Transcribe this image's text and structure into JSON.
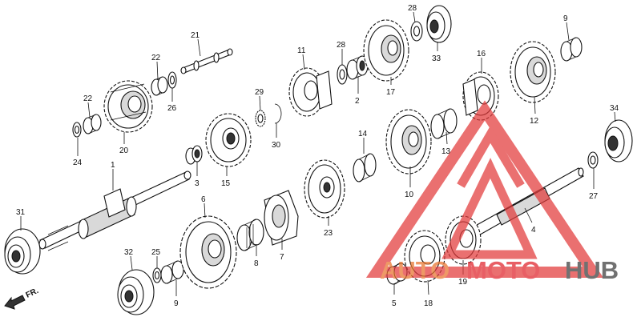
{
  "diagram": {
    "direction_label": "FR.",
    "callouts": [
      {
        "id": "c1",
        "text": "1"
      },
      {
        "id": "c2",
        "text": "2"
      },
      {
        "id": "c3",
        "text": "3"
      },
      {
        "id": "c4",
        "text": "4"
      },
      {
        "id": "c5",
        "text": "5"
      },
      {
        "id": "c6",
        "text": "6"
      },
      {
        "id": "c7",
        "text": "7"
      },
      {
        "id": "c8",
        "text": "8"
      },
      {
        "id": "c9a",
        "text": "9"
      },
      {
        "id": "c9b",
        "text": "9"
      },
      {
        "id": "c10",
        "text": "10"
      },
      {
        "id": "c11",
        "text": "11"
      },
      {
        "id": "c12",
        "text": "12"
      },
      {
        "id": "c13",
        "text": "13"
      },
      {
        "id": "c14",
        "text": "14"
      },
      {
        "id": "c15",
        "text": "15"
      },
      {
        "id": "c16",
        "text": "16"
      },
      {
        "id": "c17",
        "text": "17"
      },
      {
        "id": "c18",
        "text": "18"
      },
      {
        "id": "c19",
        "text": "19"
      },
      {
        "id": "c20",
        "text": "20"
      },
      {
        "id": "c21",
        "text": "21"
      },
      {
        "id": "c22a",
        "text": "22"
      },
      {
        "id": "c22b",
        "text": "22"
      },
      {
        "id": "c23",
        "text": "23"
      },
      {
        "id": "c24",
        "text": "24"
      },
      {
        "id": "c25",
        "text": "25"
      },
      {
        "id": "c26",
        "text": "26"
      },
      {
        "id": "c27",
        "text": "27"
      },
      {
        "id": "c28a",
        "text": "28"
      },
      {
        "id": "c28b",
        "text": "28"
      },
      {
        "id": "c29",
        "text": "29"
      },
      {
        "id": "c30",
        "text": "30"
      },
      {
        "id": "c31",
        "text": "31"
      },
      {
        "id": "c32",
        "text": "32"
      },
      {
        "id": "c33",
        "text": "33"
      },
      {
        "id": "c34",
        "text": "34"
      }
    ]
  },
  "watermark": {
    "part1": "AUTO",
    "part2": "MOTO",
    "part3": "HUB",
    "color_part1": "#e8732c",
    "color_part2": "#e0222a",
    "color_part3": "#3b3b3b",
    "logo_color": "#e23a3a"
  }
}
